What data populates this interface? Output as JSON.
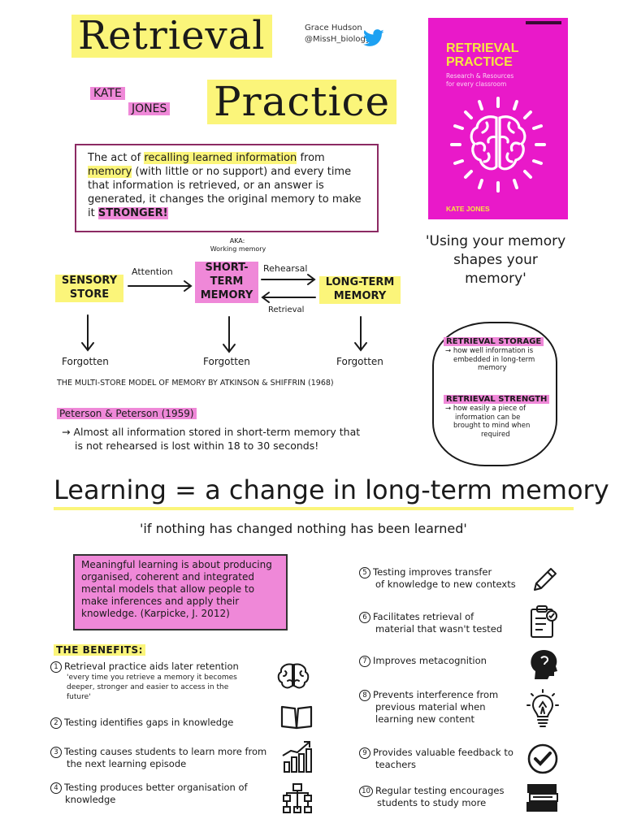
{
  "header": {
    "title_line1": "Retrieval",
    "title_line2": "Practice",
    "author_first": "KATE",
    "author_last": "JONES",
    "credit_name": "Grace Hudson",
    "credit_handle": "@MissH_biology"
  },
  "book": {
    "title_line1": "RETRIEVAL",
    "title_line2": "PRACTICE",
    "subtitle_line1": "Research & Resources",
    "subtitle_line2": "for every classroom",
    "author": "KATE JONES"
  },
  "definition": {
    "p1": "The act of ",
    "hl1": "recalling learned information",
    "p2": " from ",
    "hl2": "memory",
    "p3": " (with little or no support) and every time that information is retrieved, or an answer is generated, it changes the original memory to make it ",
    "hl3": "STRONGER!"
  },
  "quote_side": "'Using your memory shapes your memory'",
  "model": {
    "aka": "AKA:",
    "working": "Working memory",
    "sensory": "SENSORY STORE",
    "short_term": "SHORT-TERM MEMORY",
    "long_term": "LONG-TERM MEMORY",
    "attention": "Attention",
    "rehearsal": "Rehearsal",
    "retrieval": "Retrieval",
    "forgotten1": "Forgotten",
    "forgotten2": "Forgotten",
    "forgotten3": "Forgotten",
    "caption": "THE MULTI-STORE MODEL OF MEMORY BY ATKINSON & SHIFFRIN (1968)"
  },
  "peterson": {
    "title": "Peterson & Peterson (1959)",
    "text_line1": "→ Almost all information stored in short-term memory that",
    "text_line2": "is not rehearsed is lost within 18 to 30 seconds!"
  },
  "cloud": {
    "storage_title": "RETRIEVAL STORAGE",
    "storage_l1": "→ how well information is",
    "storage_l2": "embedded in long-term",
    "storage_l3": "memory",
    "strength_title": "RETRIEVAL STRENGTH",
    "strength_l1": "→ how easily a piece of",
    "strength_l2": "information can be",
    "strength_l3": "brought to mind when",
    "strength_l4": "required"
  },
  "learning_line": "Learning = a change in long-term memory",
  "learning_quote": "'if nothing has changed nothing has been learned'",
  "meaningful": {
    "l1": "Meaningful learning is about producing",
    "l2": "organised, coherent and integrated",
    "l3": "mental models that allow people to",
    "l4": "make inferences and apply their",
    "l5": "knowledge. (Karpicke, J. 2012)"
  },
  "benefits": {
    "heading": "THE BENEFITS:",
    "b1_num": "1",
    "b1": "Retrieval practice aids later retention",
    "b1_sub1": "'every time you retrieve a memory it becomes",
    "b1_sub2": "deeper, stronger and easier to access in the",
    "b1_sub3": "future'",
    "b2_num": "2",
    "b2": "Testing identifies gaps in knowledge",
    "b3_num": "3",
    "b3_l1": "Testing causes students to learn more from",
    "b3_l2": "the next learning episode",
    "b4_num": "4",
    "b4_l1": "Testing produces better organisation of",
    "b4_l2": "knowledge",
    "b5_num": "5",
    "b5_l1": "Testing improves transfer",
    "b5_l2": "of knowledge to new contexts",
    "b6_num": "6",
    "b6_l1": "Facilitates retrieval of",
    "b6_l2": "material that wasn't tested",
    "b7_num": "7",
    "b7_l1": "Improves metacognition",
    "b8_num": "8",
    "b8_l1": "Prevents interference from",
    "b8_l2": "previous material when",
    "b8_l3": "learning new content",
    "b9_num": "9",
    "b9_l1": "Provides valuable feedback to",
    "b9_l2": "teachers",
    "b10_num": "10",
    "b10_l1": "Regular testing encourages",
    "b10_l2": "students to study more"
  },
  "colors": {
    "yellow_highlight": "#fbf57a",
    "pink_highlight": "#ef88d8",
    "book_magenta": "#e919c9",
    "book_yellow": "#f6e73f",
    "twitter_blue": "#1da1f2"
  }
}
